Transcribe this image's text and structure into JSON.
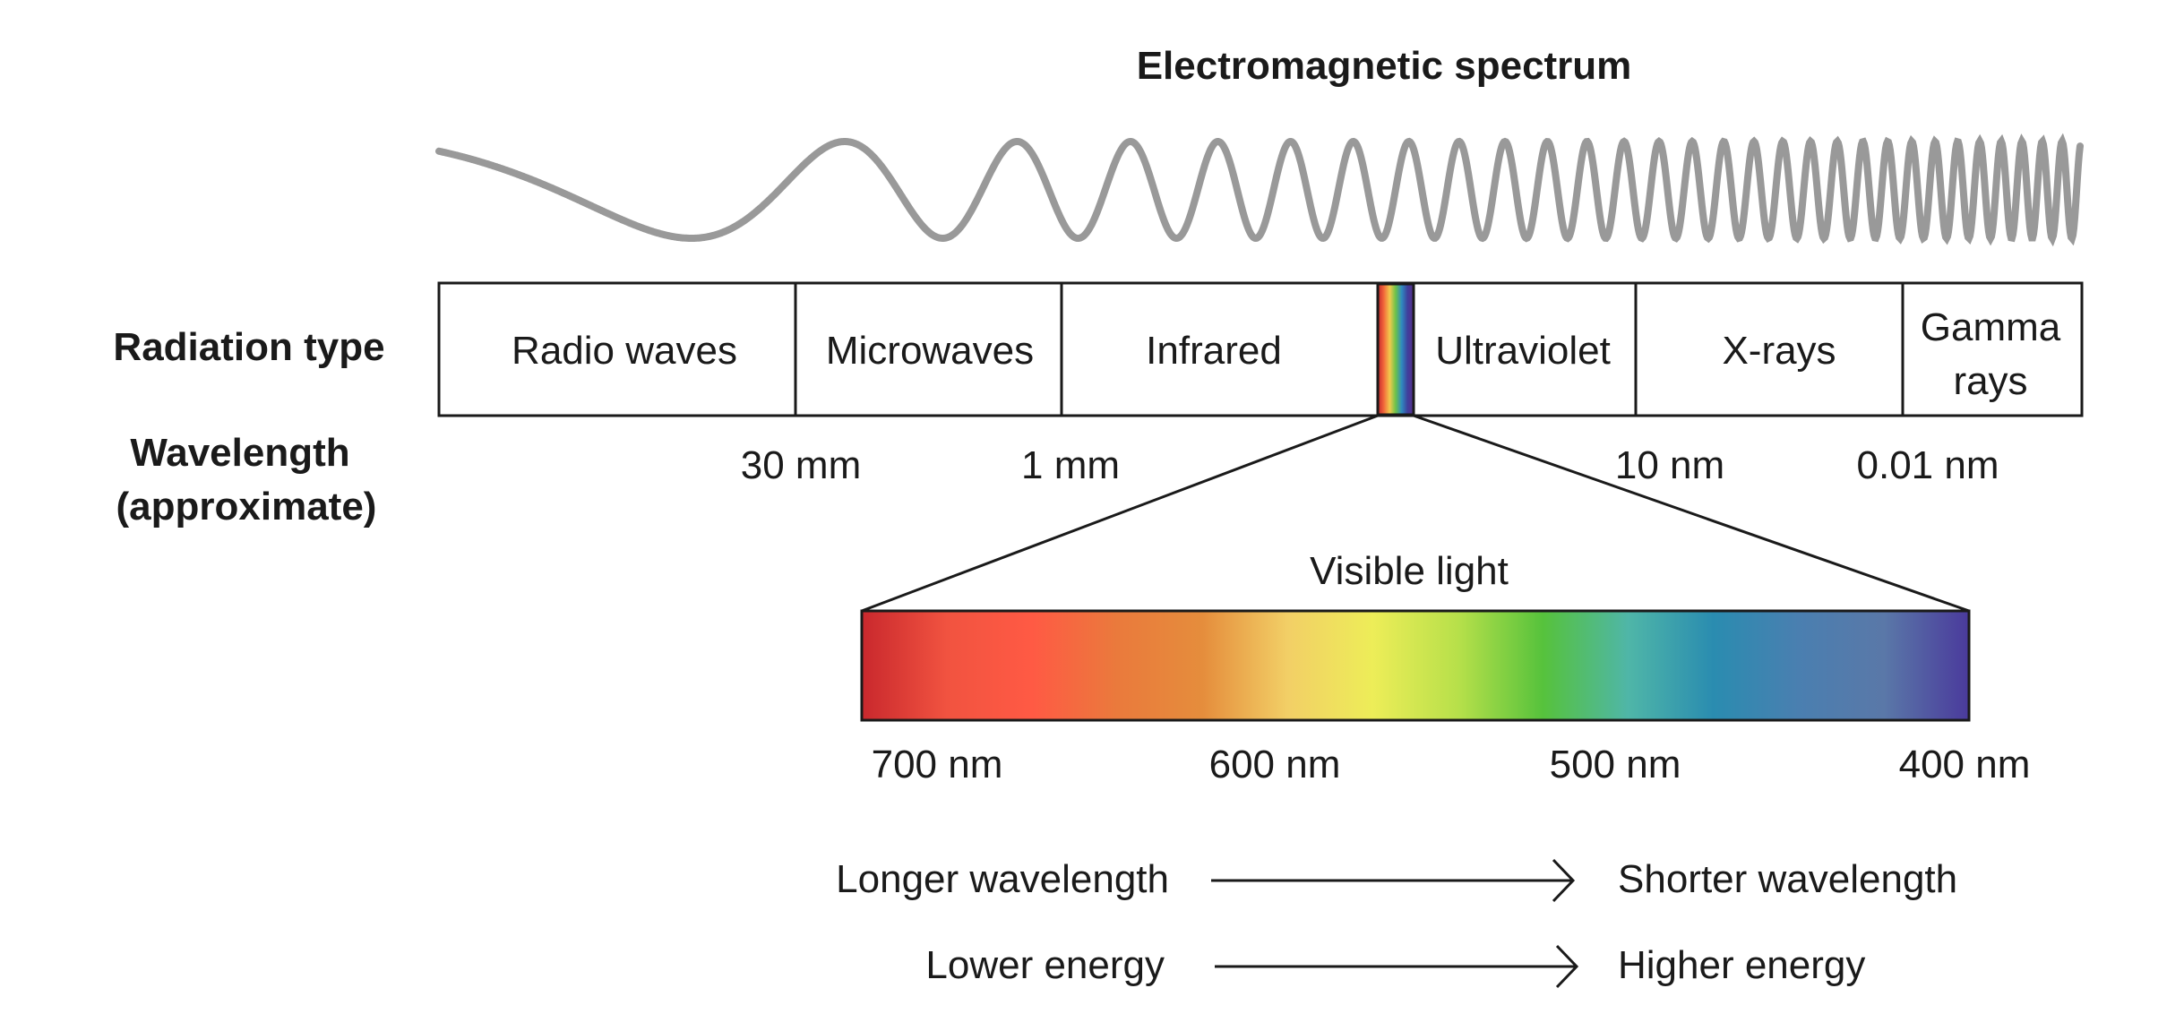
{
  "title": "Electromagnetic spectrum",
  "row_labels": {
    "radiation_type": "Radiation type",
    "wavelength_line1": "Wavelength",
    "wavelength_line2": "(approximate)"
  },
  "radiation_types": [
    {
      "line1": "Radio waves",
      "line2": ""
    },
    {
      "line1": "Microwaves",
      "line2": ""
    },
    {
      "line1": "Infrared",
      "line2": ""
    },
    {
      "line1": "Ultraviolet",
      "line2": ""
    },
    {
      "line1": "X-rays",
      "line2": ""
    },
    {
      "line1": "Gamma",
      "line2": "rays"
    }
  ],
  "boundary_wavelengths": [
    "30 mm",
    "1 mm",
    "10 nm",
    "0.01 nm"
  ],
  "visible": {
    "title": "Visible light",
    "ticks": [
      "700 nm",
      "600 nm",
      "500 nm",
      "400 nm"
    ],
    "colors": [
      "#c9282d",
      "#f15340",
      "#ff5a44",
      "#ea7a3c",
      "#e58d3c",
      "#f2cf66",
      "#eded58",
      "#b7e04a",
      "#56c23c",
      "#4fb6a8",
      "#2a8cb0",
      "#4a7fb0",
      "#5a78a8",
      "#4a3a9c"
    ]
  },
  "strip_colors": [
    "#c4262e",
    "#f2673a",
    "#f2c94c",
    "#6cc24a",
    "#2e8bc0",
    "#3f3f9c",
    "#5a2d8c"
  ],
  "arrows": [
    {
      "left": "Longer wavelength",
      "right": "Shorter wavelength"
    },
    {
      "left": "Lower energy",
      "right": "Higher energy"
    }
  ],
  "colors": {
    "wave": "#999999",
    "stroke": "#1a1a1a",
    "text": "#1a1a1a"
  }
}
